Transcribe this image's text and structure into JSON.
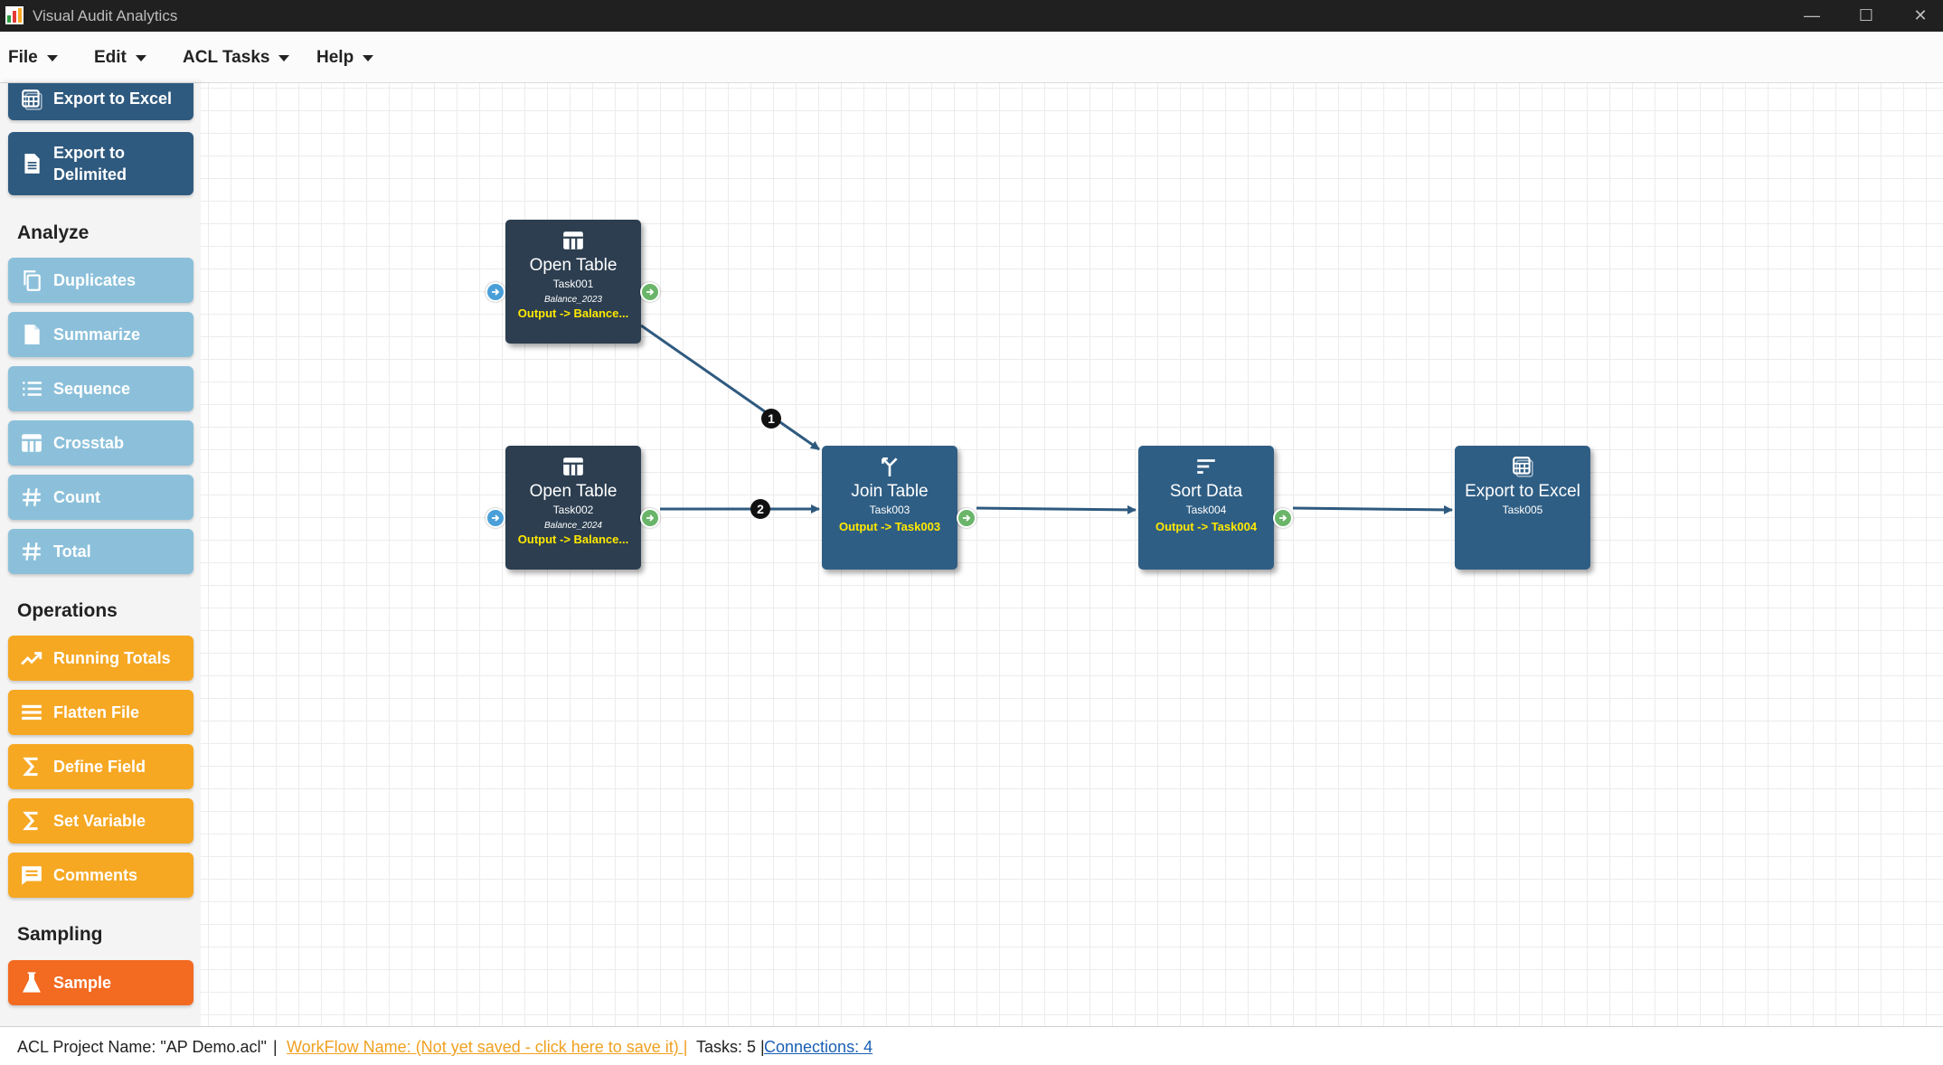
{
  "window": {
    "title": "Visual Audit Analytics",
    "controls": {
      "minimize": "—",
      "maximize": "☐",
      "close": "✕"
    }
  },
  "menu": {
    "items": [
      {
        "label": "File"
      },
      {
        "label": "Edit"
      },
      {
        "label": "ACL Tasks"
      },
      {
        "label": "Help"
      }
    ]
  },
  "sidebar": {
    "export_buttons": [
      {
        "label": "Export to Excel",
        "icon": "excel-icon"
      },
      {
        "label": "Export to\nDelimited",
        "icon": "document-icon"
      }
    ],
    "analyze": {
      "title": "Analyze",
      "items": [
        {
          "label": "Duplicates",
          "icon": "copy-icon"
        },
        {
          "label": "Summarize",
          "icon": "summarize-icon"
        },
        {
          "label": "Sequence",
          "icon": "list-icon"
        },
        {
          "label": "Crosstab",
          "icon": "table-icon"
        },
        {
          "label": "Count",
          "icon": "hash-icon"
        },
        {
          "label": "Total",
          "icon": "hash-icon"
        }
      ]
    },
    "operations": {
      "title": "Operations",
      "items": [
        {
          "label": "Running Totals",
          "icon": "trend-icon"
        },
        {
          "label": "Flatten File",
          "icon": "lines-icon"
        },
        {
          "label": "Define Field",
          "icon": "sigma-icon"
        },
        {
          "label": "Set Variable",
          "icon": "sigma-icon"
        },
        {
          "label": "Comments",
          "icon": "comment-icon"
        }
      ]
    },
    "sampling": {
      "title": "Sampling",
      "items": [
        {
          "label": "Sample",
          "icon": "flask-icon"
        }
      ]
    }
  },
  "workflow": {
    "nodes": [
      {
        "title": "Open Table",
        "task": "Task001",
        "subtitle": "Balance_2023",
        "output": "Output -> Balance...",
        "icon": "table-icon",
        "color": "#2c3e50"
      },
      {
        "title": "Open Table",
        "task": "Task002",
        "subtitle": "Balance_2024",
        "output": "Output -> Balance...",
        "icon": "table-icon",
        "color": "#2c3e50"
      },
      {
        "title": "Join Table",
        "task": "Task003",
        "subtitle": "",
        "output": "Output -> Task003",
        "icon": "merge-icon",
        "color": "#2f5e84"
      },
      {
        "title": "Sort Data",
        "task": "Task004",
        "subtitle": "",
        "output": "Output -> Task004",
        "icon": "sort-icon",
        "color": "#2f5e84"
      },
      {
        "title": "Export to Excel",
        "task": "Task005",
        "subtitle": "",
        "output": "",
        "icon": "excel-icon",
        "color": "#2f5e84"
      }
    ],
    "connection_badges": [
      "1",
      "2"
    ]
  },
  "status": {
    "project": "ACL Project Name: \"AP Demo.acl\"",
    "sep1": "|",
    "workflow": "WorkFlow Name: (Not yet saved - click here to save it)  |",
    "tasks": "Tasks: 5 |",
    "connections": "Connections: 4"
  }
}
